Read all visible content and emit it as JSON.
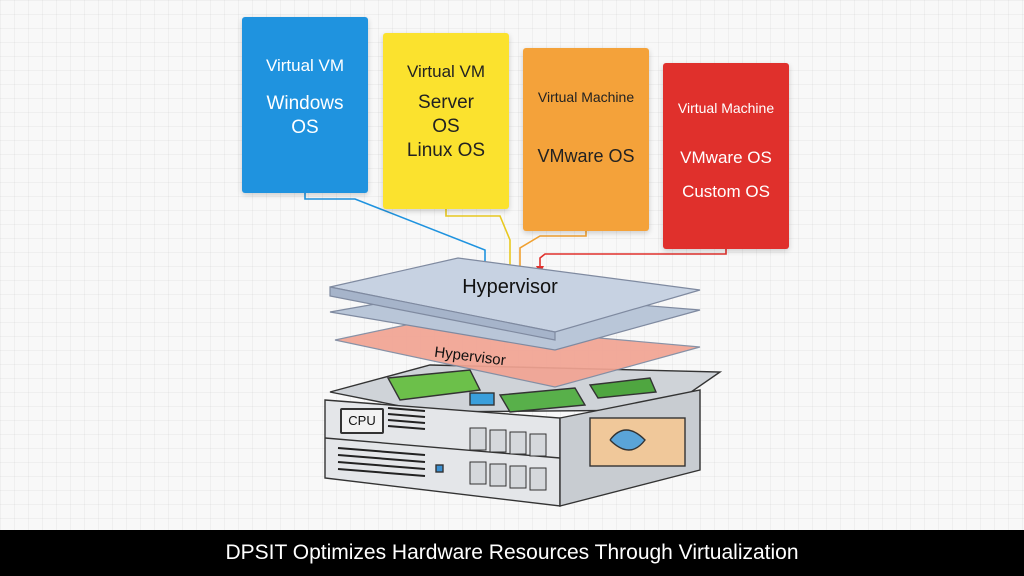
{
  "vm_cards": [
    {
      "title": "Virtual VM",
      "lines": [
        "Windows",
        "OS"
      ],
      "color": "#1f93df"
    },
    {
      "title": "Virtual VM",
      "lines": [
        "Server",
        "OS",
        "Linux OS"
      ],
      "color": "#fbe22e"
    },
    {
      "title": "Virtual Machine",
      "lines": [
        "VMware OS"
      ],
      "color": "#f4a23a"
    },
    {
      "title": "Virtual Machine",
      "lines": [
        "VMware OS",
        "Custom OS"
      ],
      "color": "#e0302c"
    }
  ],
  "hypervisor_layers": {
    "top_label": "Hypervisor",
    "bottom_label": "Hypervisor",
    "top_color": "#b9c6d8",
    "bottom_color": "#f2a493"
  },
  "server": {
    "cpu_label": "CPU"
  },
  "caption": "DPSIT Optimizes Hardware Resources Through Virtualization"
}
